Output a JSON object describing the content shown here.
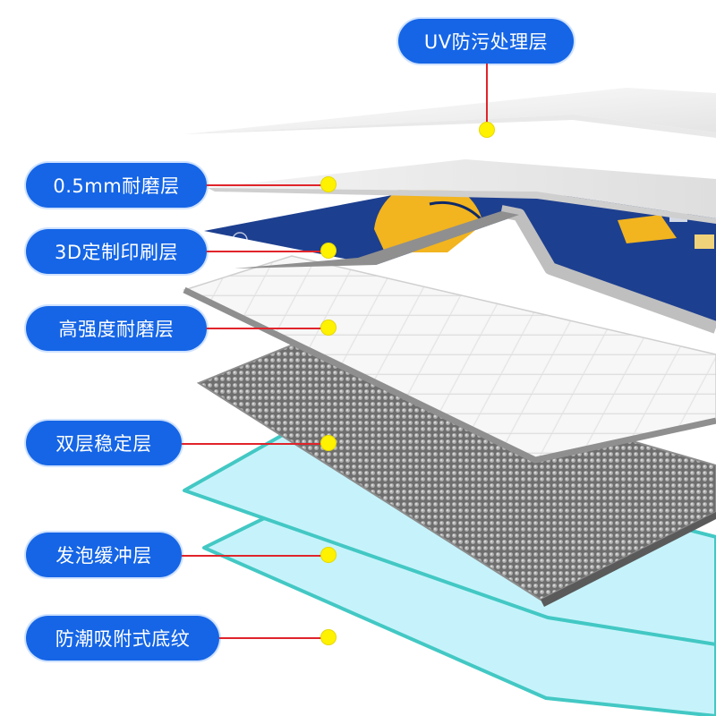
{
  "colors": {
    "label_bg": "#1565e6",
    "label_text": "#ffffff",
    "leader_line": "#e0242b",
    "marker": "#fff200",
    "foam_layer": "#c6f3fb",
    "foam_edge": "#43c8c4",
    "print_layer": "#1d3f8f",
    "mesh_layer": "#7d7d7d"
  },
  "layers": [
    {
      "label": "UV防污处理层"
    },
    {
      "label": "0.5mm耐磨层"
    },
    {
      "label": "3D定制印刷层"
    },
    {
      "label": "高强度耐磨层"
    },
    {
      "label": "双层稳定层"
    },
    {
      "label": "发泡缓冲层"
    },
    {
      "label": "防潮吸附式底纹"
    }
  ]
}
